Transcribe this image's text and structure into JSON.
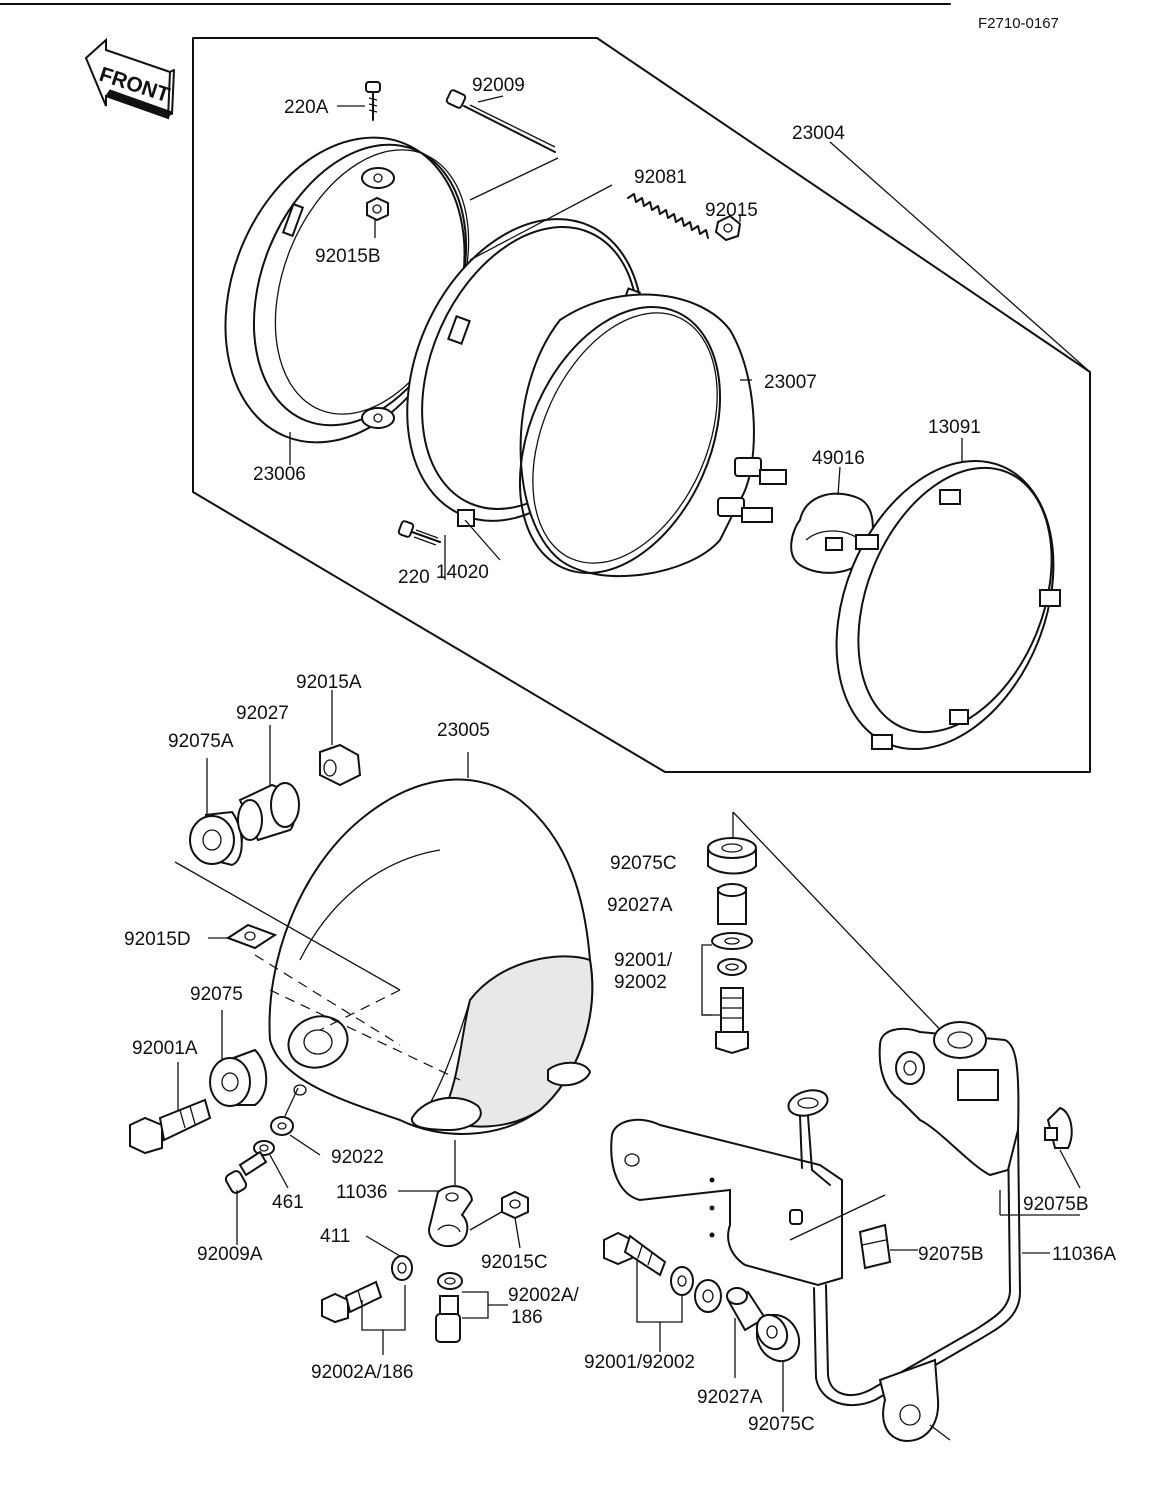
{
  "drawing_code": "F2710-0167",
  "front_label": "FRONT",
  "labels": {
    "p220A": "220A",
    "p92009": "92009",
    "p23004": "23004",
    "p92081": "92081",
    "p92015": "92015",
    "p92015B": "92015B",
    "p23007": "23007",
    "p49016": "49016",
    "p13091": "13091",
    "p23006": "23006",
    "p220": "220",
    "p14020": "14020",
    "p92015A": "92015A",
    "p92027": "92027",
    "p92075A": "92075A",
    "p23005": "23005",
    "p92075C_top": "92075C",
    "p92027A_top": "92027A",
    "p92001_top": "92001/",
    "p92002_top": "92002",
    "p92015D": "92015D",
    "p92075": "92075",
    "p92001A": "92001A",
    "p92022": "92022",
    "p461": "461",
    "p11036": "11036",
    "p92009A": "92009A",
    "p411": "411",
    "p92015C": "92015C",
    "p92002A_186_a": "92002A/",
    "p186": "186",
    "p92002A_186_b": "92002A/186",
    "p92075B_right": "92075B",
    "p92075B_mid": "92075B",
    "p11036A": "11036A",
    "p92001_92002": "92001/92002",
    "p92027A_bot": "92027A",
    "p92075C_bot": "92075C"
  }
}
